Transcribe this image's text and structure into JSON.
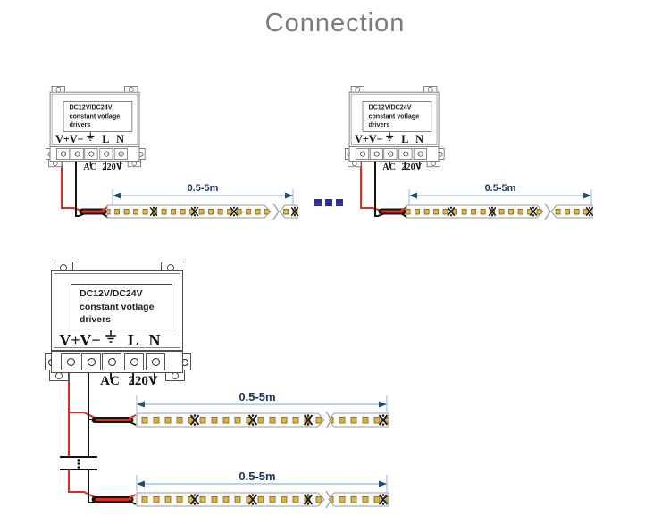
{
  "title": "Connection",
  "driver": {
    "label_lines": [
      "DC12V/DC24V",
      "constant votlage",
      "drivers"
    ],
    "terminals": {
      "v_plus": "V+",
      "v_minus": "V−",
      "line": "L",
      "neutral": "N"
    },
    "input_labels": {
      "ac": "AC",
      "voltage": "220V"
    }
  },
  "strip": {
    "length_label": "0.5-5m"
  },
  "colors": {
    "title_text": "#7b7b7b",
    "positive_wire": "#e02b20",
    "negative_wire": "#141414",
    "dimension_line": "#95b3d7",
    "dimension_text": "#17375e",
    "arrow": "#1f4e79",
    "led_fill": "#d9b44a",
    "led_border": "#8a6b20",
    "outline": "#4d4d4d",
    "strip_border": "#999999",
    "dots_square": "#2e3192"
  }
}
